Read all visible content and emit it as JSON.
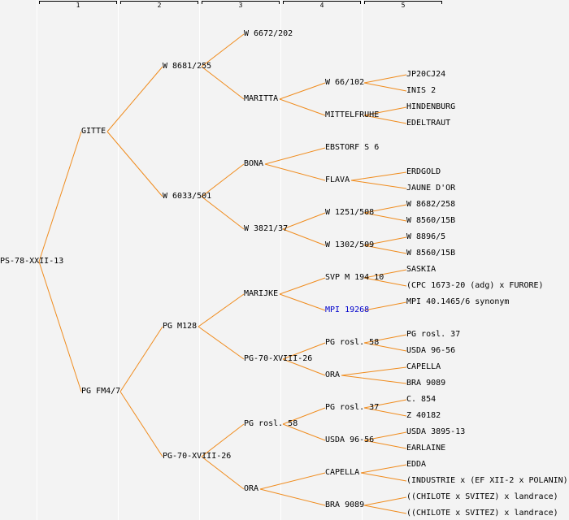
{
  "generations": [
    "1",
    "2",
    "3",
    "4",
    "5"
  ],
  "colors": {
    "line": "#f08c1e",
    "link_text": "#0000cc",
    "background": "#f3f3f3"
  },
  "tree": {
    "label": "PS-78-XXII-13",
    "children": [
      {
        "label": "GITTE",
        "children": [
          {
            "label": "W 8681/255",
            "children": [
              {
                "label": "W 6672/202",
                "children": []
              },
              {
                "label": "MARITTA",
                "children": [
                  {
                    "label": "W 66/102",
                    "children": [
                      {
                        "label": "JP20CJ24"
                      },
                      {
                        "label": "INIS 2"
                      }
                    ]
                  },
                  {
                    "label": "MITTELFRUHE",
                    "children": [
                      {
                        "label": "HINDENBURG"
                      },
                      {
                        "label": "EDELTRAUT"
                      }
                    ]
                  }
                ]
              }
            ]
          },
          {
            "label": "W 6033/501",
            "children": [
              {
                "label": "BONA",
                "children": [
                  {
                    "label": "EBSTORF S 6",
                    "children": []
                  },
                  {
                    "label": "FLAVA",
                    "children": [
                      {
                        "label": "ERDGOLD"
                      },
                      {
                        "label": "JAUNE D'OR"
                      }
                    ]
                  }
                ]
              },
              {
                "label": "W 3821/37",
                "children": [
                  {
                    "label": "W 1251/508",
                    "children": [
                      {
                        "label": "W 8682/258"
                      },
                      {
                        "label": "W 8560/15B"
                      }
                    ]
                  },
                  {
                    "label": "W 1302/509",
                    "children": [
                      {
                        "label": "W 8896/5"
                      },
                      {
                        "label": "W 8560/15B"
                      }
                    ]
                  }
                ]
              }
            ]
          }
        ]
      },
      {
        "label": "PG FM4/7",
        "children": [
          {
            "label": "PG M128",
            "children": [
              {
                "label": "MARIJKE",
                "children": [
                  {
                    "label": "SVP M 194 10",
                    "children": [
                      {
                        "label": "SASKIA"
                      },
                      {
                        "label": "(CPC 1673-20 (adg) x FURORE)"
                      }
                    ]
                  },
                  {
                    "label": "MPI 19268",
                    "link": true,
                    "children": [
                      {
                        "label": "MPI 40.1465/6 synonym"
                      }
                    ]
                  }
                ]
              },
              {
                "label": "PG-70-XVIII-26",
                "children": [
                  {
                    "label": "PG rosl. 58",
                    "children": [
                      {
                        "label": "PG rosl. 37"
                      },
                      {
                        "label": "USDA 96-56"
                      }
                    ]
                  },
                  {
                    "label": "ORA",
                    "children": [
                      {
                        "label": "CAPELLA"
                      },
                      {
                        "label": "BRA 9089"
                      }
                    ]
                  }
                ]
              }
            ]
          },
          {
            "label": "PG-70-XVIII-26",
            "children": [
              {
                "label": "PG rosl. 58",
                "children": [
                  {
                    "label": "PG rosl. 37",
                    "children": [
                      {
                        "label": "C. 854"
                      },
                      {
                        "label": "Z 40182"
                      }
                    ]
                  },
                  {
                    "label": "USDA 96-56",
                    "children": [
                      {
                        "label": "USDA 3895-13"
                      },
                      {
                        "label": "EARLAINE"
                      }
                    ]
                  }
                ]
              },
              {
                "label": "ORA",
                "children": [
                  {
                    "label": "CAPELLA",
                    "children": [
                      {
                        "label": "EDDA"
                      },
                      {
                        "label": "(INDUSTRIE x (EF XII-2 x POLANIN))"
                      }
                    ]
                  },
                  {
                    "label": "BRA 9089",
                    "children": [
                      {
                        "label": "((CHILOTE x SVITEZ) x landrace)"
                      },
                      {
                        "label": "((CHILOTE x SVITEZ) x landrace)"
                      }
                    ]
                  }
                ]
              }
            ]
          }
        ]
      }
    ]
  }
}
